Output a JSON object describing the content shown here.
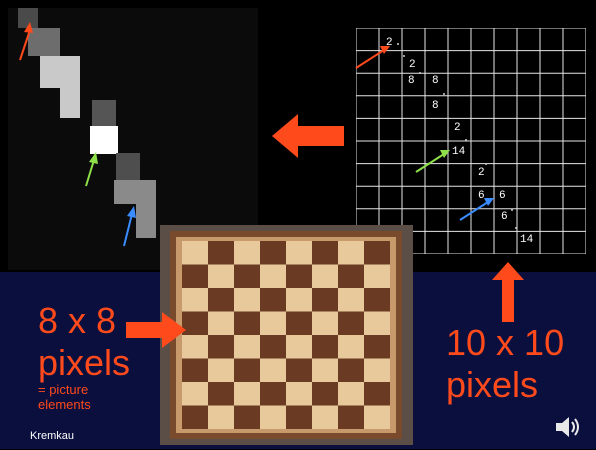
{
  "slide": {
    "left_caption": {
      "size": "8 x 8",
      "unit": "pixels",
      "note": "= picture elements"
    },
    "right_caption": {
      "size": "10 x 10",
      "unit": "pixels"
    },
    "credit": "Kremkau"
  },
  "grid": {
    "cells": [
      {
        "text": "2"
      },
      {
        "text": "2"
      },
      {
        "text": "8"
      },
      {
        "text": "8"
      },
      {
        "text": "8"
      },
      {
        "text": "2"
      },
      {
        "text": "14"
      },
      {
        "text": "2"
      },
      {
        "text": "6"
      },
      {
        "text": "6"
      },
      {
        "text": "6"
      },
      {
        "text": "14"
      }
    ]
  },
  "icons": {
    "speaker": "speaker-icon",
    "arrows": "arrow-icon"
  },
  "colors": {
    "background": "#000000",
    "bottom_band": "#0a0f3e",
    "accent": "#ff4a1c",
    "arrow_green": "#8ee04a",
    "arrow_blue": "#3a8cff",
    "grid_line": "#e6e6e6"
  }
}
